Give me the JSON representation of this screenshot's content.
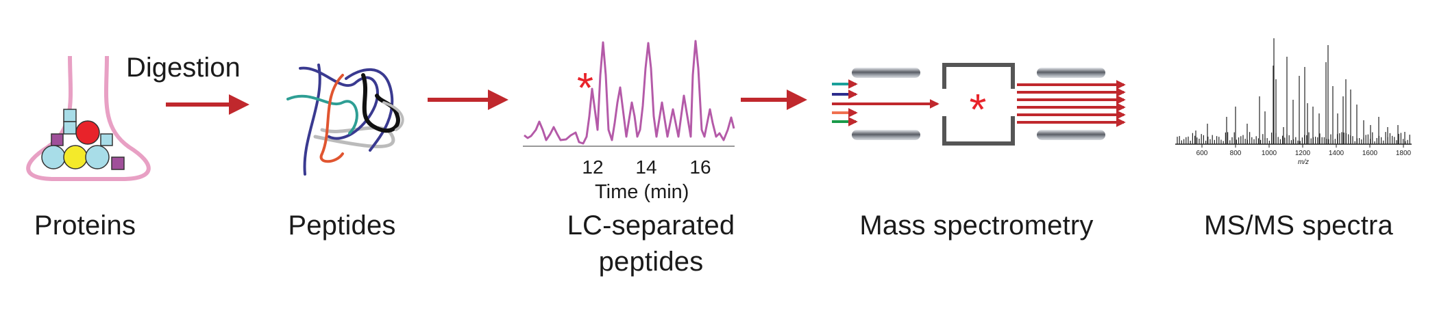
{
  "steps": {
    "proteins": "Proteins",
    "digestion": "Digestion",
    "peptides": "Peptides",
    "lc_line1": "LC-separated",
    "lc_line2": "peptides",
    "mass_spec": "Mass spectrometry",
    "msms": "MS/MS spectra"
  },
  "chromatogram": {
    "xlabel": "Time (min)",
    "ticks": [
      "12",
      "14",
      "16"
    ]
  },
  "msms_axis": {
    "xlabel": "m/z",
    "ticks": [
      "600",
      "800",
      "1000",
      "1200",
      "1400",
      "1600",
      "1800"
    ]
  },
  "colors": {
    "arrow": "#c0282d",
    "flask": "#e8a0c4",
    "chromatogram": "#b45aa8",
    "cyan": "#a8dde8",
    "red": "#e8232a",
    "yellow": "#f4ea2a",
    "purple": "#a0509a"
  }
}
